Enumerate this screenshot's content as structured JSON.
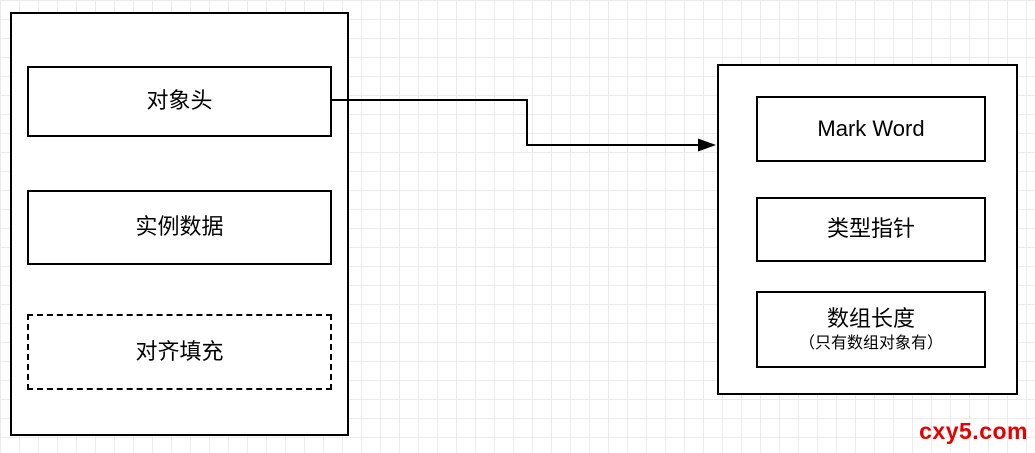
{
  "diagram": {
    "left_container": {
      "items": [
        {
          "label": "对象头",
          "border": "solid"
        },
        {
          "label": "实例数据",
          "border": "solid"
        },
        {
          "label": "对齐填充",
          "border": "dashed"
        }
      ]
    },
    "right_container": {
      "items": [
        {
          "label": "Mark Word"
        },
        {
          "label": "类型指针"
        },
        {
          "label": "数组长度",
          "note": "（只有数组对象有）"
        }
      ]
    },
    "connector": {
      "from": "对象头",
      "to": "right-container",
      "type": "elbow-arrow"
    },
    "watermark": "cxy5.com",
    "colors": {
      "shape_border": "#000000",
      "shape_fill": "#ffffff",
      "grid_line": "#ebebeb",
      "watermark_red": "#e60000"
    }
  }
}
